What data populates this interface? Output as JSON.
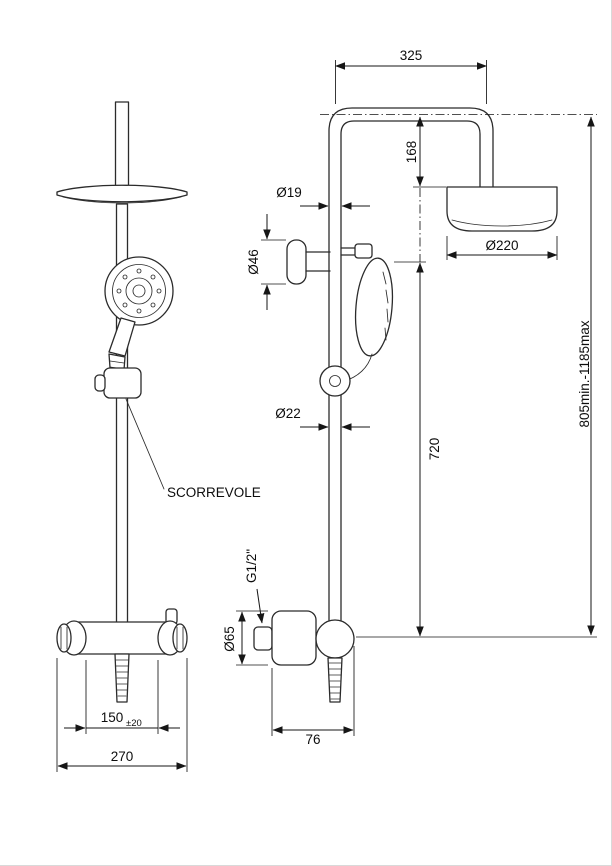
{
  "drawing": {
    "labels": {
      "top_offset": "325",
      "head_drop": "168",
      "riser_diameter": "Ø19",
      "holder_diameter": "Ø46",
      "head_diameter": "Ø220",
      "column_diameter": "Ø22",
      "column_height": "720",
      "overall_height": "805min.-1185max",
      "slider": "SCORREVOLE",
      "thread": "G1/2\"",
      "valve_diameter": "Ø65",
      "inlet_spacing": "150",
      "inlet_tolerance": "±20",
      "valve_offset": "76",
      "valve_width": "270"
    }
  }
}
